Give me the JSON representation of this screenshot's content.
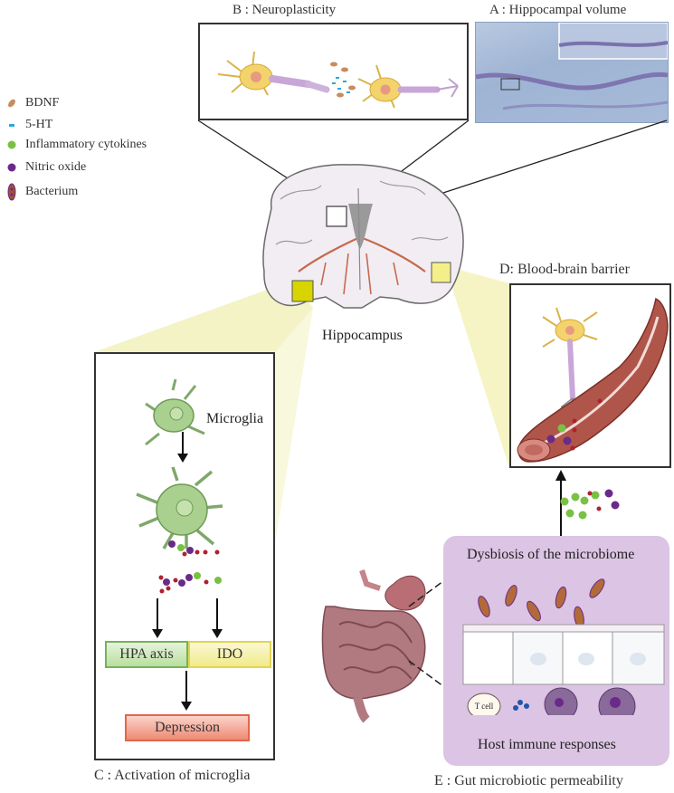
{
  "panels": {
    "a_title": "A : Hippocampal volume",
    "b_title": "B : Neuroplasticity",
    "c_title": "C : Activation of microglia",
    "d_title": "D: Blood-brain barrier",
    "e_title": "E : Gut microbiotic permeability"
  },
  "legend": [
    {
      "label": "BDNF",
      "icon": "bdnf-icon",
      "color": "#c98a5e"
    },
    {
      "label": "5-HT",
      "icon": "serotonin-icon",
      "color": "#2aa8d8"
    },
    {
      "label": "Inflammatory cytokines",
      "icon": "cytokine-icon",
      "color": "#7ac143"
    },
    {
      "label": "Nitric oxide",
      "icon": "nitric-oxide-icon",
      "color": "#6a2a8a"
    },
    {
      "label": "Bacterium",
      "icon": "bacterium-icon",
      "color": "#a0522d"
    }
  ],
  "brain": {
    "label": "Hippocampus"
  },
  "microglia": {
    "label": "Microglia",
    "hpa": "HPA axis",
    "ido": "IDO",
    "depression": "Depression"
  },
  "gut": {
    "dysbiosis": "Dysbiosis of the microbiome",
    "immune": "Host immune responses",
    "tcell": "T cell"
  },
  "colors": {
    "microglia_green": "#8cbf6a",
    "hpa_green": "#6fbf5a",
    "ido_yellow": "#f0e060",
    "depression_red": "#e8604a",
    "gut_panel": "#dcc4e4",
    "vessel": "#b0554a"
  }
}
